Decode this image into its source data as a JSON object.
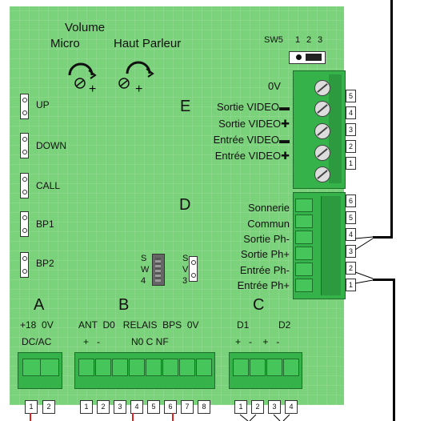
{
  "volume": {
    "title": "Volume",
    "micro": "Micro",
    "haut_parleur": "Haut Parleur"
  },
  "sw5": {
    "label": "SW5",
    "positions": [
      "1",
      "2",
      "3"
    ]
  },
  "buttons": [
    "UP",
    "DOWN",
    "CALL",
    "BP1",
    "BP2"
  ],
  "section_e": {
    "letter": "E",
    "rows": [
      "0V",
      "Sortie VIDEO▬",
      "Sortie VIDEO✚",
      "Entrée VIDEO▬",
      "Entrée VIDEO✚"
    ],
    "numbers": [
      "5",
      "4",
      "3",
      "2",
      "1"
    ]
  },
  "section_d": {
    "letter": "D",
    "rows": [
      "Sonnerie",
      "Commun",
      "Sortie Ph-",
      "Sortie Ph+",
      "Entrée Ph-",
      "Entrée Ph+"
    ],
    "numbers": [
      "6",
      "5",
      "4",
      "3",
      "2",
      "1"
    ]
  },
  "jumper": {
    "left": [
      "S",
      "W",
      "4"
    ],
    "right": [
      "S",
      "V",
      "3"
    ]
  },
  "section_a": {
    "letter": "A",
    "line1": "+18  0V",
    "line2": "DC/AC",
    "pins": [
      "1",
      "2"
    ]
  },
  "section_b": {
    "letter": "B",
    "line1": "ANT  D0   RELAIS  BPS  0V",
    "line2a": "+   -",
    "line2b": "N0 C NF",
    "pins": [
      "1",
      "2",
      "3",
      "4",
      "5",
      "6",
      "7",
      "8"
    ]
  },
  "section_c": {
    "letter": "C",
    "line1": "D1           D2",
    "line2": "+   -    +   -",
    "pins": [
      "1",
      "2",
      "3",
      "4"
    ]
  }
}
